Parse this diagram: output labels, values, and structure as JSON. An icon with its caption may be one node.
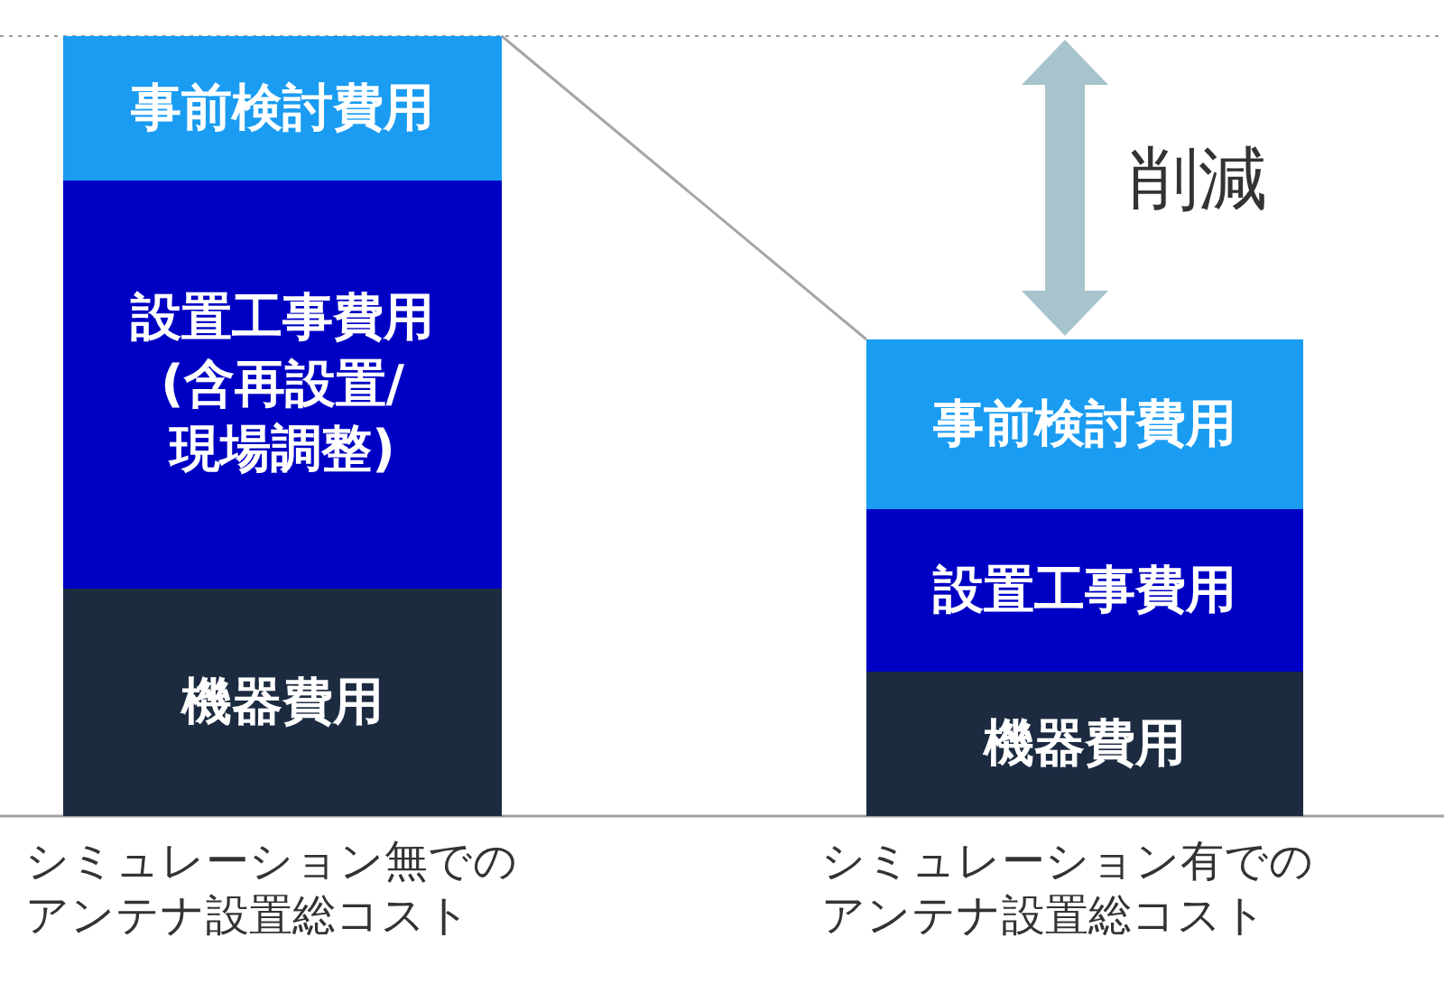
{
  "diagram": {
    "nodes": [
      {
        "text": [
          "事前検討費用"
        ]
      },
      {
        "text": [
          "設置工事費用(含再設置/現場調整)"
        ]
      },
      {
        "text": [
          "機器費用"
        ]
      },
      {
        "text": [
          "事前検討費用"
        ]
      },
      {
        "text": [
          "設置工事費用"
        ]
      },
      {
        "text": [
          "機器費用"
        ]
      }
    ],
    "edges": [
      {
        "from": 0,
        "to": 3,
        "arrow": "none",
        "color": "#a6a6a6"
      }
    ],
    "labels": [
      "削減",
      "シミュレーション無でのアンテナ設置総コスト",
      "シミュレーション有でのアンテナ設置総コスト"
    ]
  }
}
